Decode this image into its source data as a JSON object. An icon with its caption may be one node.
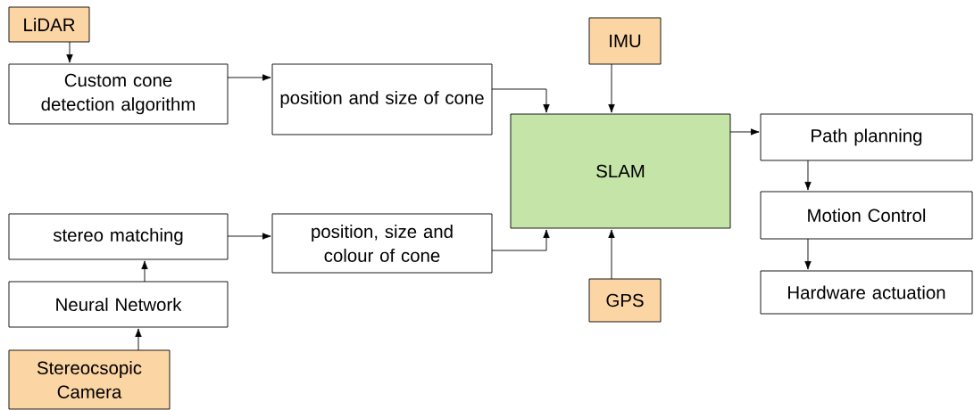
{
  "diagram": {
    "nodes": [
      {
        "text": [
          "LiDAR"
        ]
      },
      {
        "text": [
          "Custom cone detection algorithm"
        ]
      },
      {
        "text": [
          "position and size of cone"
        ]
      },
      {
        "text": [
          "IMU"
        ]
      },
      {
        "text": [
          "SLAM"
        ]
      },
      {
        "text": [
          "Path planning"
        ]
      },
      {
        "text": [
          "stereo matching"
        ]
      },
      {
        "text": [
          "position, size and colour of cone"
        ]
      },
      {
        "text": [
          "Motion Control"
        ]
      },
      {
        "text": [
          "Neural Network"
        ]
      },
      {
        "text": [
          "GPS"
        ]
      },
      {
        "text": [
          "Hardware actuation"
        ]
      },
      {
        "text": [
          "Stereocsopic Camera"
        ]
      }
    ],
    "edges": [
      {
        "from": 0,
        "to": 1,
        "arrow": "to"
      },
      {
        "from": 1,
        "to": 2,
        "arrow": "to"
      },
      {
        "from": 2,
        "to": 4,
        "arrow": "to"
      },
      {
        "from": 3,
        "to": 4,
        "arrow": "to"
      },
      {
        "from": 4,
        "to": 5,
        "arrow": "to"
      },
      {
        "from": 5,
        "to": 8,
        "arrow": "to"
      },
      {
        "from": 8,
        "to": 11,
        "arrow": "to"
      },
      {
        "from": 12,
        "to": 9,
        "arrow": "to"
      },
      {
        "from": 9,
        "to": 6,
        "arrow": "to"
      },
      {
        "from": 6,
        "to": 7,
        "arrow": "to"
      },
      {
        "from": 7,
        "to": 4,
        "arrow": "to"
      },
      {
        "from": 10,
        "to": 4,
        "arrow": "to"
      }
    ]
  }
}
